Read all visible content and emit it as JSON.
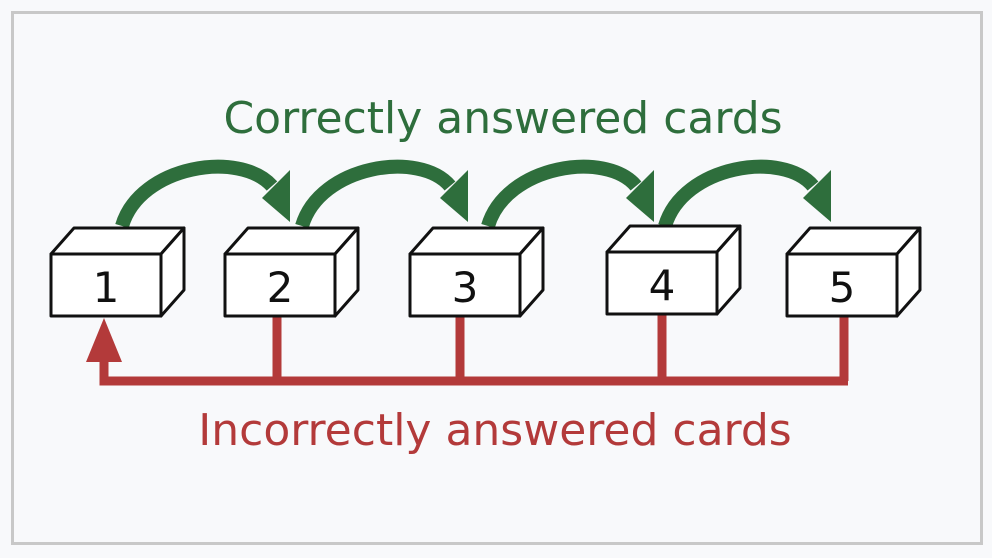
{
  "top_caption": "Correctly answered cards",
  "bottom_caption": "Incorrectly answered cards",
  "boxes": [
    "1",
    "2",
    "3",
    "4",
    "5"
  ],
  "colors": {
    "correct": "#2e6e3c",
    "incorrect": "#b33a3a",
    "box_stroke": "#111111",
    "box_fill": "#ffffff"
  }
}
